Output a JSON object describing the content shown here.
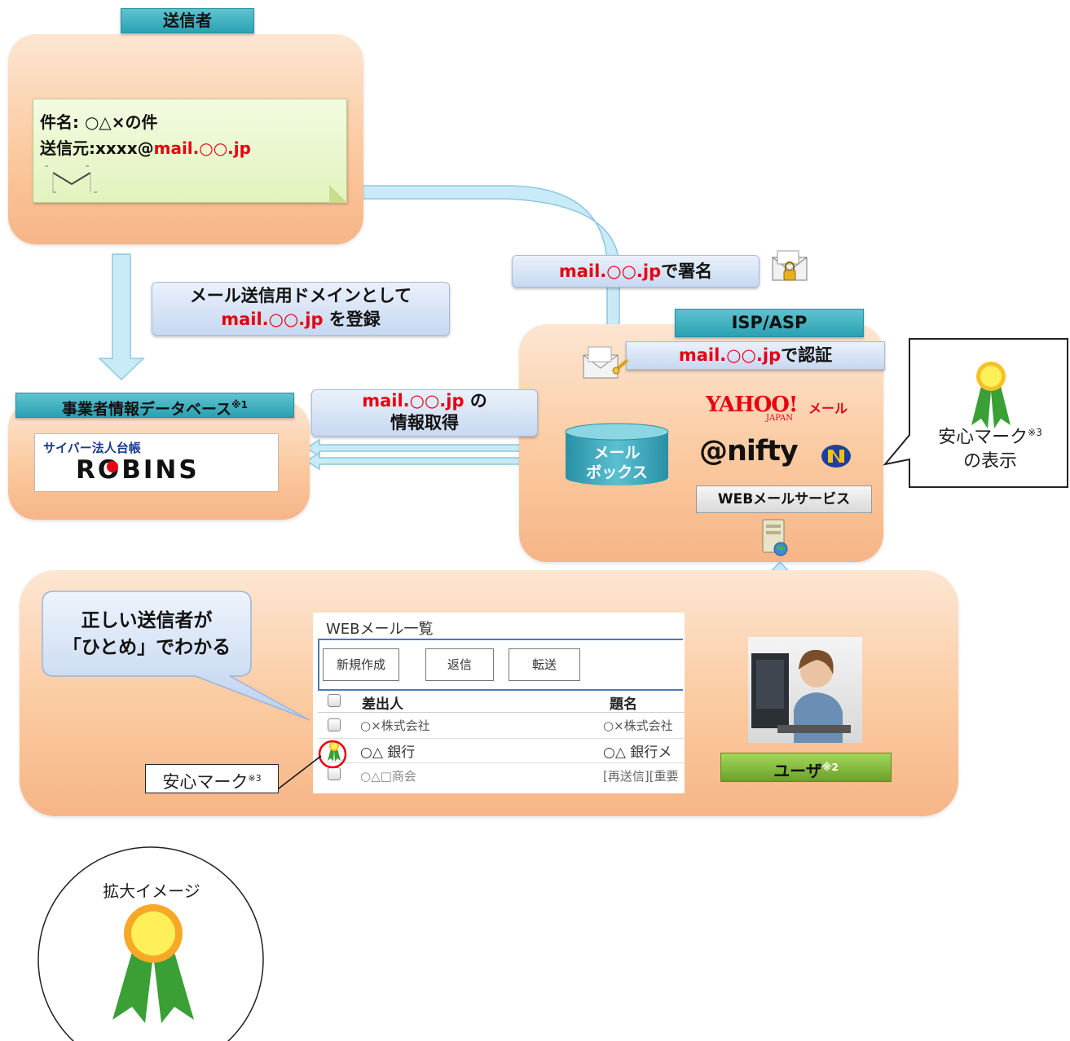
{
  "sender": {
    "tag": "送信者",
    "subject_line": "件名: ○△×の件",
    "from_prefix": "送信元:xxxx@",
    "from_domain": "mail.○○.jp"
  },
  "register_note": {
    "line1": "メール送信用ドメインとして",
    "domain": "mail.○○.jp",
    "suffix": " を登録"
  },
  "sign_note": {
    "domain": "mail.○○.jp",
    "suffix": "で署名"
  },
  "isp": {
    "tag": "ISP/ASP",
    "auth_domain": "mail.○○.jp",
    "auth_suffix": "で認証",
    "yahoo_logo": "YAHOO!",
    "yahoo_japan": "JAPAN",
    "yahoo_mail": "メール",
    "nifty_logo": "@nifty",
    "web_service": "WEBメールサービス",
    "mailbox_line1": "メール",
    "mailbox_line2": "ボックス"
  },
  "database": {
    "tag": "事業者情報データベース",
    "tag_note": "※1",
    "robins_small": "サイバー法人台帳",
    "robins_logo": "ROBINS"
  },
  "fetch_note": {
    "domain": "mail.○○.jp",
    "suffix": " の",
    "line2": "情報取得"
  },
  "callout_right": {
    "line1": "安心マーク",
    "note": "※3",
    "line2": "の表示"
  },
  "bottom": {
    "bubble_line1": "正しい送信者が",
    "bubble_line2": "「ひとめ」でわかる",
    "webmail_title": "WEBメール一覧",
    "buttons": [
      "新規作成",
      "返信",
      "転送"
    ],
    "col_sender": "差出人",
    "col_subject": "題名",
    "rows": [
      {
        "sender": "○×株式会社",
        "subject": "○×株式会社"
      },
      {
        "sender": "○△ 銀行",
        "subject": "○△ 銀行メ"
      },
      {
        "sender": "○△□商会",
        "subject": "[再送信][重要"
      }
    ],
    "mark_label": "安心マーク",
    "mark_note": "※3",
    "user_label": "ユーザ",
    "user_note": "※2"
  },
  "zoom": {
    "label": "拡大イメージ"
  },
  "colors": {
    "accent_red": "#e60012",
    "panel": "#fbcaa0",
    "tag_teal": "#2aa1b3",
    "note_blue": "#c7d8f1"
  }
}
